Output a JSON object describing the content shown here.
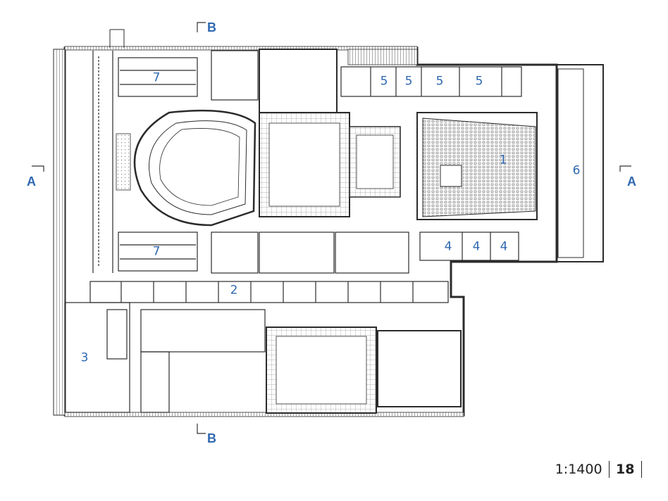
{
  "rooms": [
    {
      "id": "1",
      "label": "1"
    },
    {
      "id": "2",
      "label": "2"
    },
    {
      "id": "3",
      "label": "3"
    },
    {
      "id": "4a",
      "label": "4"
    },
    {
      "id": "4b",
      "label": "4"
    },
    {
      "id": "4c",
      "label": "4"
    },
    {
      "id": "5a",
      "label": "5"
    },
    {
      "id": "5b",
      "label": "5"
    },
    {
      "id": "5c",
      "label": "5"
    },
    {
      "id": "5d",
      "label": "5"
    },
    {
      "id": "6",
      "label": "6"
    },
    {
      "id": "7a",
      "label": "7"
    },
    {
      "id": "7b",
      "label": "7"
    }
  ],
  "section_marks": {
    "a_left": "A",
    "a_right": "A",
    "b_top": "B",
    "b_bottom": "B"
  },
  "footer": {
    "scale": "1:1400",
    "page_number": "18"
  },
  "colors": {
    "label_blue": "#2f68b0",
    "line": "#3a3a3a"
  }
}
